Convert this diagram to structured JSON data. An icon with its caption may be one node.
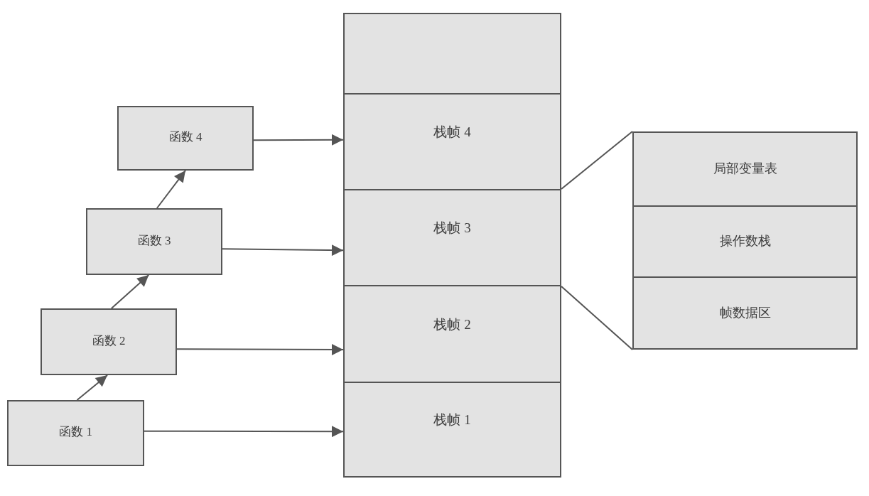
{
  "diagram": {
    "nodes": [
      {
        "text": [
          "函数 4"
        ]
      },
      {
        "text": [
          "函数 3"
        ]
      },
      {
        "text": [
          "函数 2"
        ]
      },
      {
        "text": [
          "函数 1"
        ]
      },
      {
        "text": [],
        "shape": "box"
      },
      {
        "text": [
          "栈帧 4"
        ]
      },
      {
        "text": [
          "栈帧 3"
        ]
      },
      {
        "text": [
          "栈帧 2"
        ]
      },
      {
        "text": [
          "栈帧 1"
        ]
      },
      {
        "text": [],
        "shape": "box"
      },
      {
        "text": [
          "局部变量表"
        ],
        "in": 9
      },
      {
        "text": [
          "操作数栈"
        ],
        "in": 9
      },
      {
        "text": [
          "帧数据区"
        ],
        "in": 9
      }
    ],
    "edges": [
      {
        "from": 3,
        "to": 2,
        "arrow": "to"
      },
      {
        "from": 2,
        "to": 1,
        "arrow": "to"
      },
      {
        "from": 1,
        "to": 0,
        "arrow": "to"
      },
      {
        "from": 0,
        "to": 5,
        "arrow": "to"
      },
      {
        "from": 1,
        "to": 6,
        "arrow": "to"
      },
      {
        "from": 2,
        "to": 7,
        "arrow": "to"
      },
      {
        "from": 3,
        "to": 8,
        "arrow": "to"
      },
      {
        "from": 6,
        "to": 9,
        "arrow": "none"
      },
      {
        "from": 6,
        "to": 9,
        "arrow": "none"
      }
    ]
  }
}
